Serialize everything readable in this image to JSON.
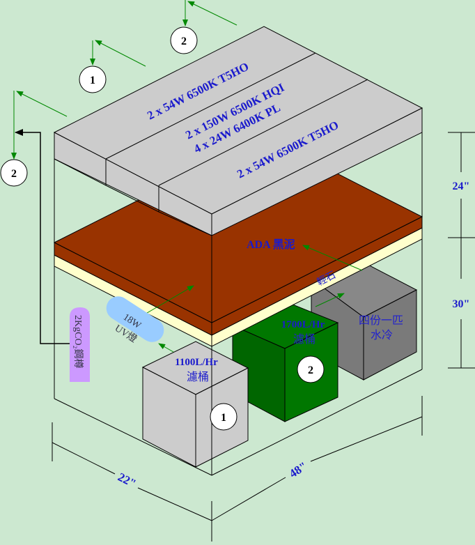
{
  "colors": {
    "background": "#cce8d0",
    "light_fixture": "#cccccc",
    "substrate_top": "#993300",
    "sand": "#ffffcc",
    "filter_1": "#cccccc",
    "filter_2": "#007700",
    "chiller": "#808080",
    "uv": "#99ccff",
    "co2": "#cc99ff",
    "label_blue": "#1a1acc",
    "arrow_green": "#008800"
  },
  "lights": {
    "strip_back": "2 x 54W 6500K T5HO",
    "strip_middle_line1": "2 x 150W 6500K HQI",
    "strip_middle_line2": "4 x  24W 6400K PL",
    "strip_front": "2 x 54W 6500K T5HO"
  },
  "substrate": {
    "top_label": "ADA 黑泥",
    "sand_label": "輕石"
  },
  "equipment": {
    "uv_line1": "18W",
    "uv_line2": "UV燈",
    "co2_label": "2KgCO₂鋼樽",
    "filter1_line1": "1100L/Hr",
    "filter1_line2": "濾桶",
    "filter1_badge": "1",
    "filter2_line1": "1700L/Hr",
    "filter2_line2": "濾桶",
    "filter2_badge": "2",
    "chiller_line1": "四份一匹",
    "chiller_line2": "水冷"
  },
  "markers": {
    "outlet_1": "1",
    "outlet_2_top": "2",
    "outlet_2_left": "2"
  },
  "dimensions": {
    "height_upper": "24\"",
    "height_lower": "30\"",
    "depth": "22\"",
    "length": "48\""
  }
}
